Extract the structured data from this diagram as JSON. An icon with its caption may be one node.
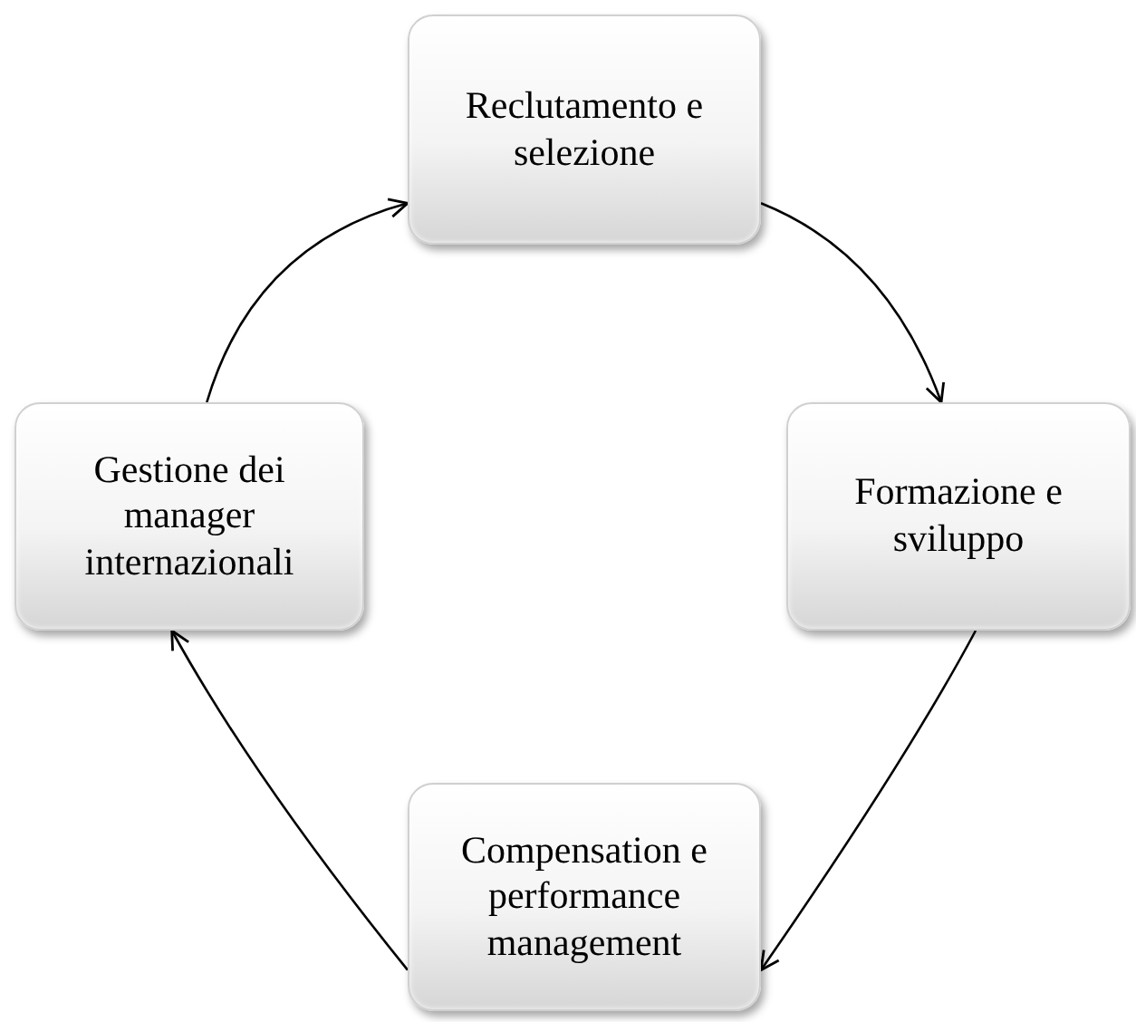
{
  "diagram": {
    "nodes": [
      {
        "text": [
          "Reclutamento e selezione"
        ]
      },
      {
        "text": [
          "Formazione e sviluppo"
        ]
      },
      {
        "text": [
          "Compensation e performance management"
        ]
      },
      {
        "text": [
          "Gestione dei manager internazionali"
        ]
      }
    ],
    "edges": [
      {
        "from": 0,
        "to": 1,
        "arrow": "to"
      },
      {
        "from": 1,
        "to": 2,
        "arrow": "to"
      },
      {
        "from": 2,
        "to": 3,
        "arrow": "to"
      },
      {
        "from": 3,
        "to": 0,
        "arrow": "to"
      }
    ]
  }
}
